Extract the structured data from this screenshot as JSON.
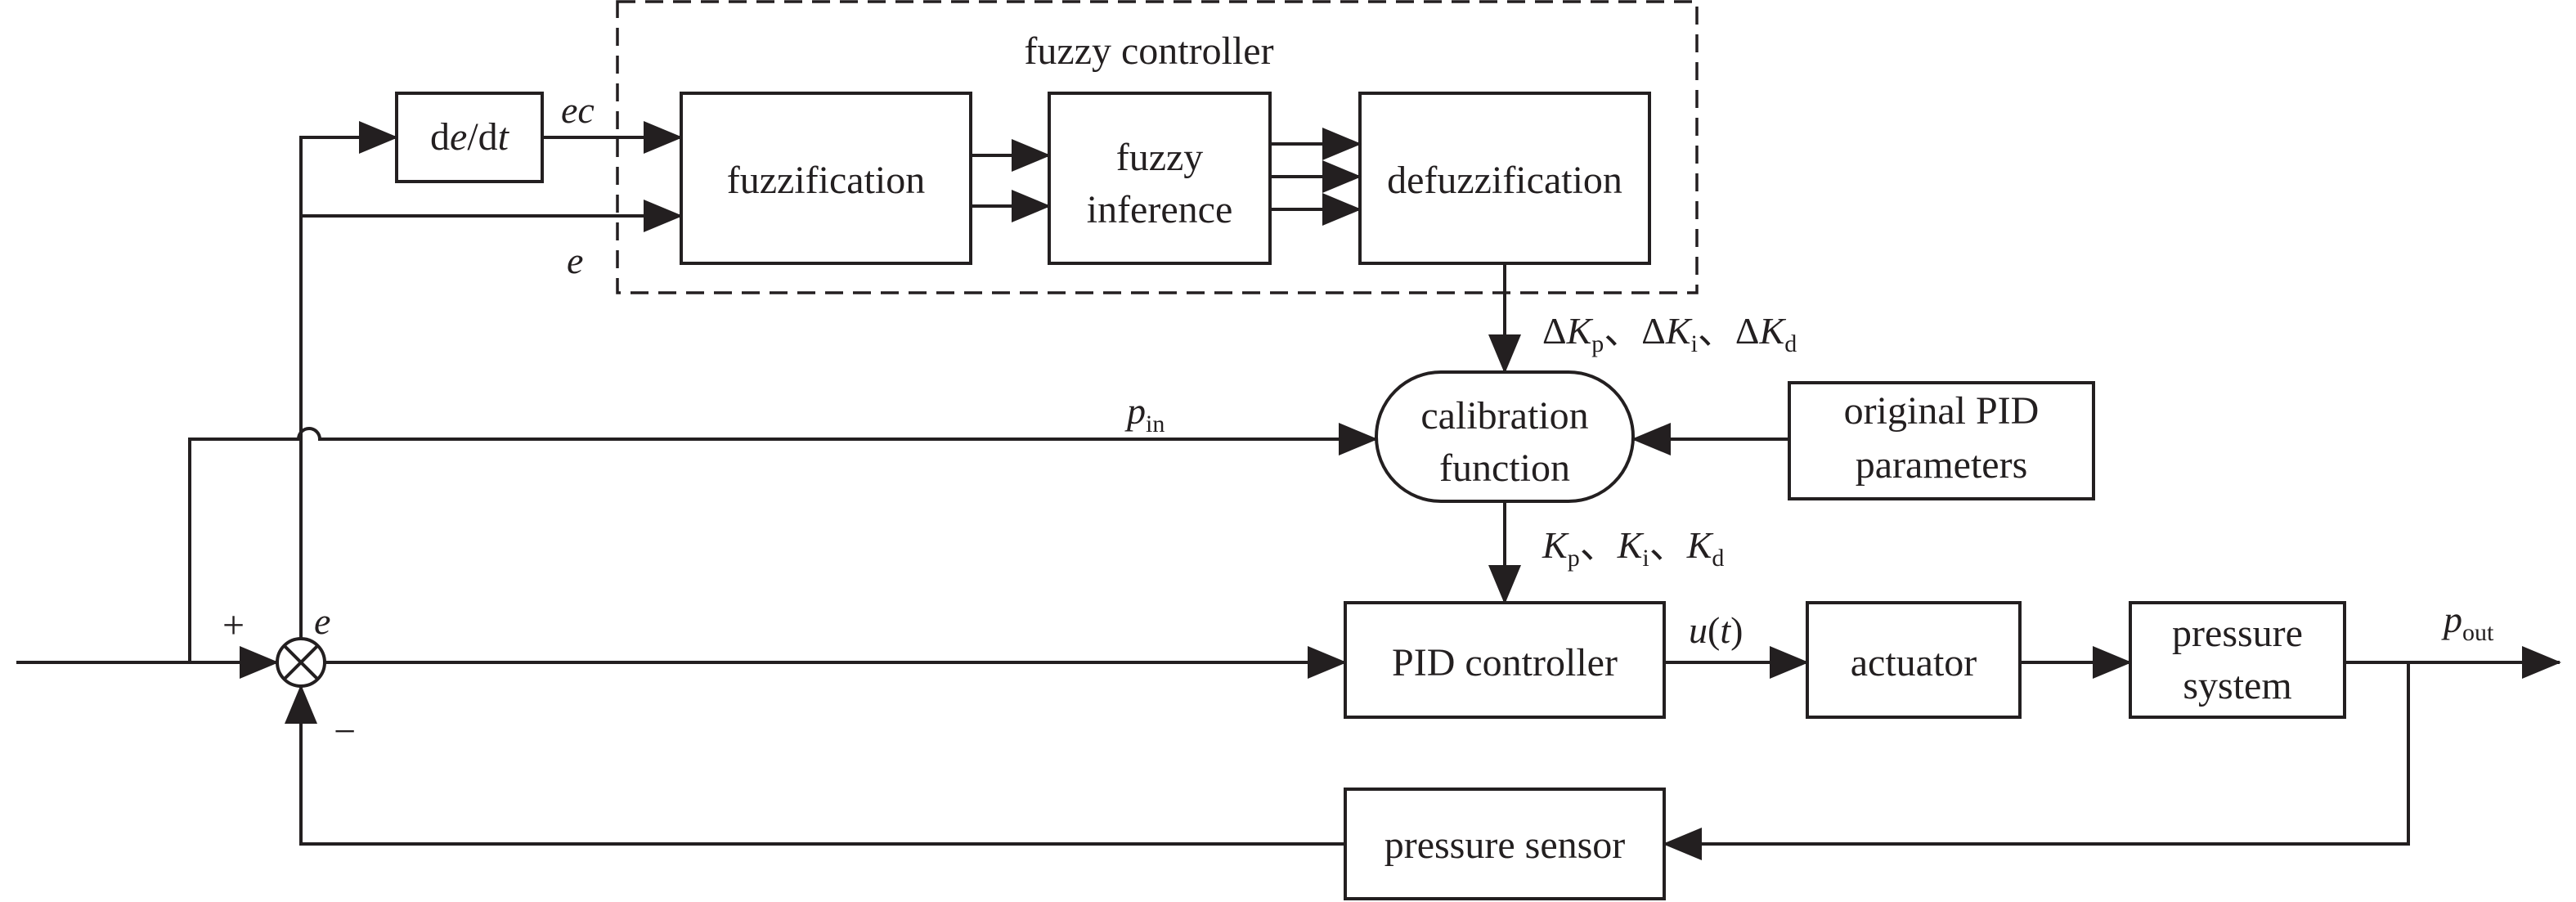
{
  "diagram": {
    "title": "fuzzy controller",
    "blocks": {
      "dedt": {
        "prefix": "d",
        "var1": "e",
        "slash": "/d",
        "var2": "t"
      },
      "fuzzification": "fuzzification",
      "fuzzy_inference": [
        "fuzzy",
        "inference"
      ],
      "defuzzification": "defuzzification",
      "calibration_function": [
        "calibration",
        "function"
      ],
      "original_pid": [
        "original PID",
        "parameters"
      ],
      "pid_controller": "PID controller",
      "actuator": "actuator",
      "pressure_system": [
        "pressure",
        "system"
      ],
      "pressure_sensor": "pressure sensor"
    },
    "signals": {
      "ec": "ec",
      "e": "e",
      "p_in": {
        "main": "p",
        "sub": "in"
      },
      "p_out": {
        "main": "p",
        "sub": "out"
      },
      "u": {
        "main": "u",
        "open": "(",
        "arg": "t",
        "close": ")"
      },
      "delta_gains": {
        "delta": "Δ",
        "k": "K",
        "subs": [
          "p",
          "i",
          "d"
        ],
        "sep": "、"
      },
      "gains": {
        "k": "K",
        "subs": [
          "p",
          "i",
          "d"
        ],
        "sep": "、"
      },
      "plus": "+",
      "minus": "−"
    },
    "colors": {
      "stroke": "#231f20",
      "background": "#ffffff"
    }
  }
}
